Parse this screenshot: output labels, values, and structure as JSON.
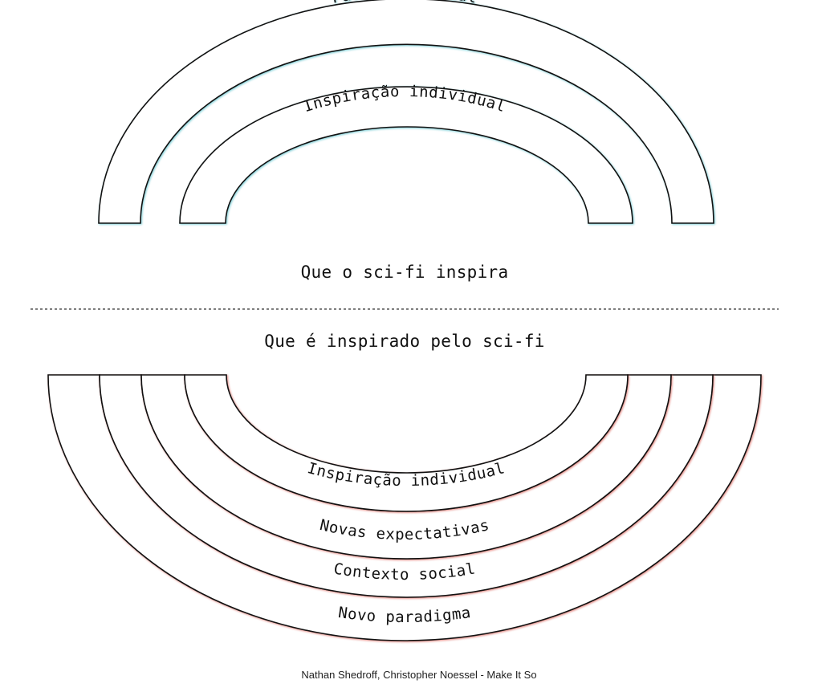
{
  "top": {
    "heading": "Que o sci-fi inspira",
    "rings": [
      {
        "label": "Paradigma atual"
      },
      {
        "label": "Inspiração individual"
      }
    ]
  },
  "bottom": {
    "heading": "Que é inspirado pelo sci-fi",
    "rings": [
      {
        "label": "Inspiração individual"
      },
      {
        "label": "Novas expectativas"
      },
      {
        "label": "Contexto social"
      },
      {
        "label": "Novo paradigma"
      }
    ]
  },
  "credit": "Nathan Shedroff, Christopher Noessel - Make It So",
  "colors": {
    "top_glow": "#50bec8",
    "bottom_glow": "#d75a50",
    "stroke": "#111111"
  }
}
